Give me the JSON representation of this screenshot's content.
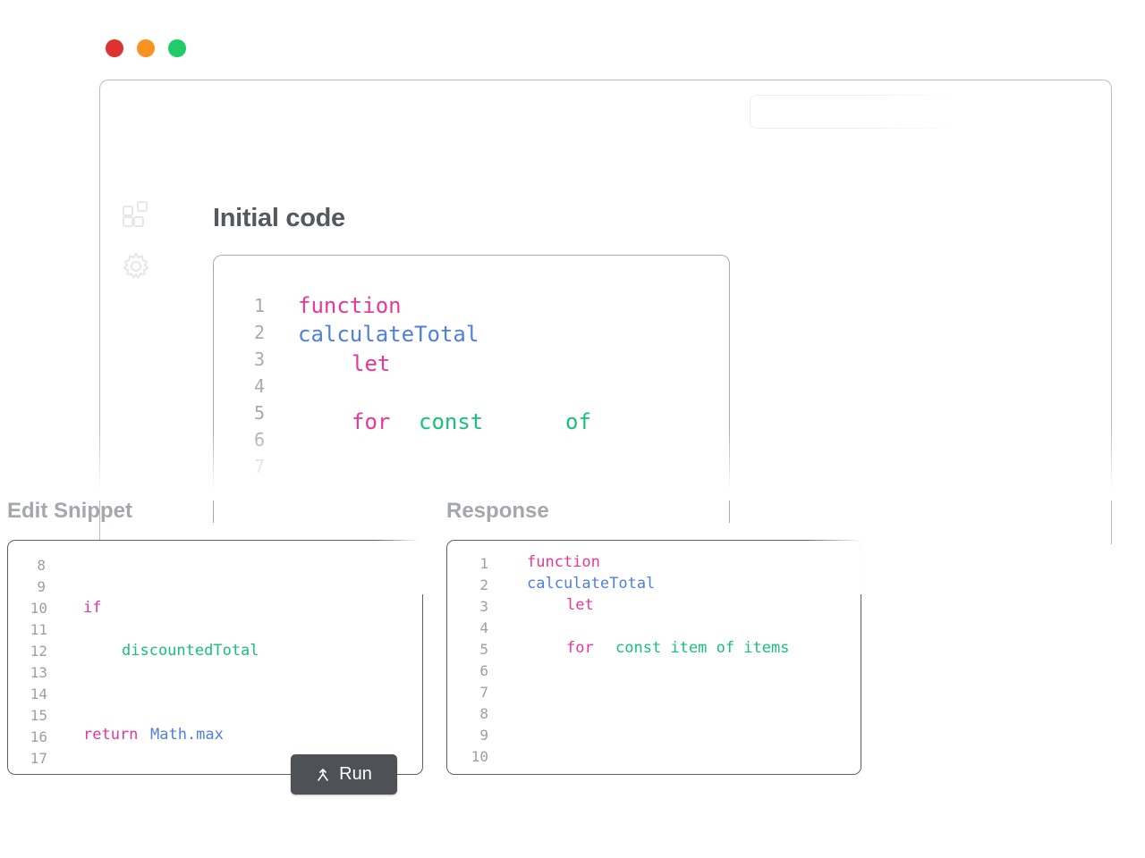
{
  "window": {
    "traffic_lights": {
      "close": "#e03131",
      "minimize": "#f7931e",
      "maximize": "#1fcc67"
    },
    "sidebar_icons": [
      "grid-icon",
      "gear-icon"
    ],
    "main_section_title": "Initial code"
  },
  "initial_code": {
    "line_numbers": [
      "1",
      "2",
      "3",
      "4",
      "5",
      "6",
      "7"
    ],
    "tokens": [
      "function",
      "calculateTotal",
      "let",
      "for",
      "const",
      "of"
    ]
  },
  "edit_panel": {
    "title": "Edit Snippet",
    "line_numbers": [
      "8",
      "9",
      "10",
      "11",
      "12",
      "13",
      "14",
      "15",
      "16",
      "17"
    ],
    "tokens": [
      "if",
      "discountedTotal",
      "return",
      "Math.max"
    ]
  },
  "response_panel": {
    "title": "Response",
    "line_numbers": [
      "1",
      "2",
      "3",
      "4",
      "5",
      "6",
      "7",
      "8",
      "9",
      "10"
    ],
    "tokens": [
      "function",
      "calculateTotal",
      "let",
      "for",
      "const item of items"
    ]
  },
  "run_button": {
    "label": "Run",
    "icon": "merge-arrow-icon"
  },
  "colors": {
    "keyword": "#e6379a",
    "function": "#4f7fdf",
    "identifier": "#19c178"
  }
}
